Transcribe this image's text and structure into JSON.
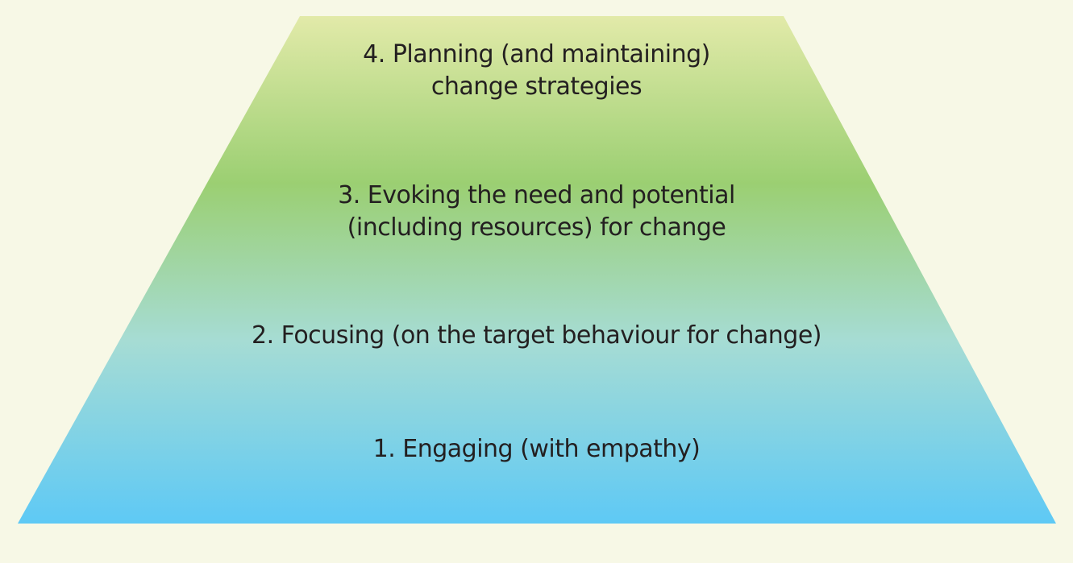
{
  "levels": [
    {
      "number": "4.",
      "line1": "4. Planning (and maintaining)",
      "line2": "change strategies"
    },
    {
      "number": "3.",
      "line1": "3. Evoking the need and potential",
      "line2": "(including resources) for change"
    },
    {
      "number": "2.",
      "line1": "2. Focusing (on the target behaviour for change)"
    },
    {
      "number": "1.",
      "line1": "1. Engaging (with empathy)"
    }
  ],
  "colors": {
    "background": "#f7f8e6",
    "top": "#e2eaa9",
    "green": "#9bcf72",
    "teal": "#a6dcd4",
    "bottom": "#5ec9f5"
  }
}
